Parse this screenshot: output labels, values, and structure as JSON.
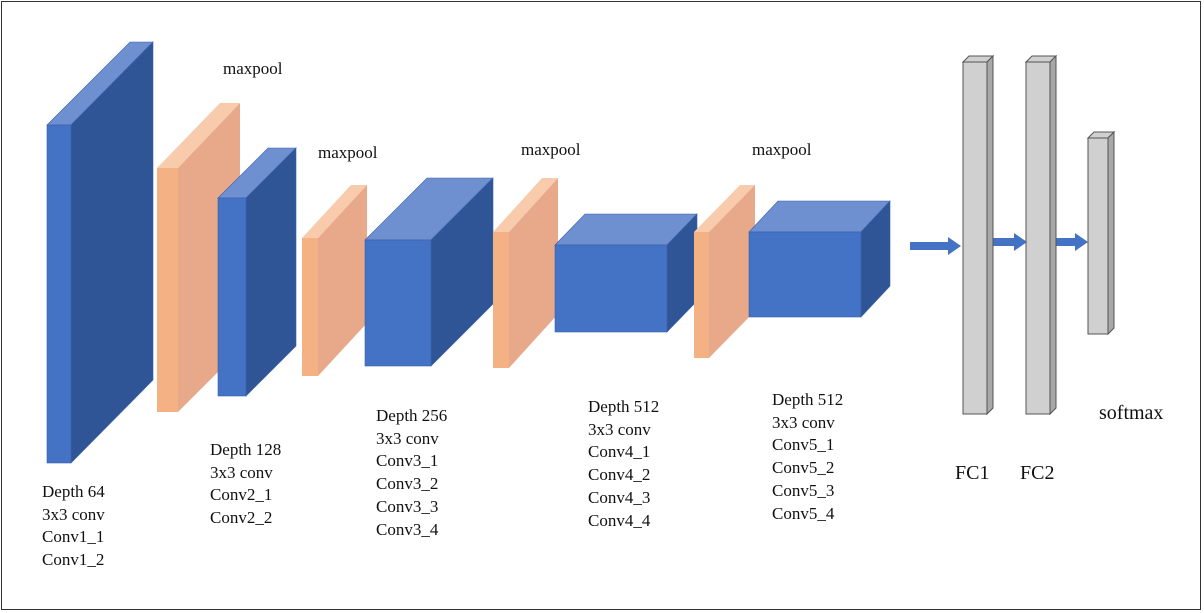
{
  "colors": {
    "conv_front": "#4472C4",
    "conv_top": "#6E8FD0",
    "conv_side": "#2F5597",
    "pool_front": "#F4B183",
    "pool_top": "#F8CBAD",
    "pool_side": "#E8A98A",
    "fc_front": "#D0D0D0",
    "fc_side": "#A8A8A8",
    "arrow": "#4472C4"
  },
  "conv_blocks": [
    {
      "id": "block1",
      "lines": [
        "Depth 64",
        "3x3 conv",
        "Conv1_1",
        "Conv1_2"
      ]
    },
    {
      "id": "block2",
      "lines": [
        "Depth 128",
        "3x3 conv",
        "Conv2_1",
        "Conv2_2"
      ]
    },
    {
      "id": "block3",
      "lines": [
        "Depth 256",
        "3x3 conv",
        "Conv3_1",
        "Conv3_2",
        "Conv3_3",
        "Conv3_4"
      ]
    },
    {
      "id": "block4",
      "lines": [
        "Depth 512",
        "3x3 conv",
        "Conv4_1",
        "Conv4_2",
        "Conv4_3",
        "Conv4_4"
      ]
    },
    {
      "id": "block5",
      "lines": [
        "Depth 512",
        "3x3 conv",
        "Conv5_1",
        "Conv5_2",
        "Conv5_3",
        "Conv5_4"
      ]
    }
  ],
  "pool_labels": [
    "maxpool",
    "maxpool",
    "maxpool",
    "maxpool"
  ],
  "fc_labels": [
    "FC1",
    "FC2"
  ],
  "softmax_label": "softmax"
}
